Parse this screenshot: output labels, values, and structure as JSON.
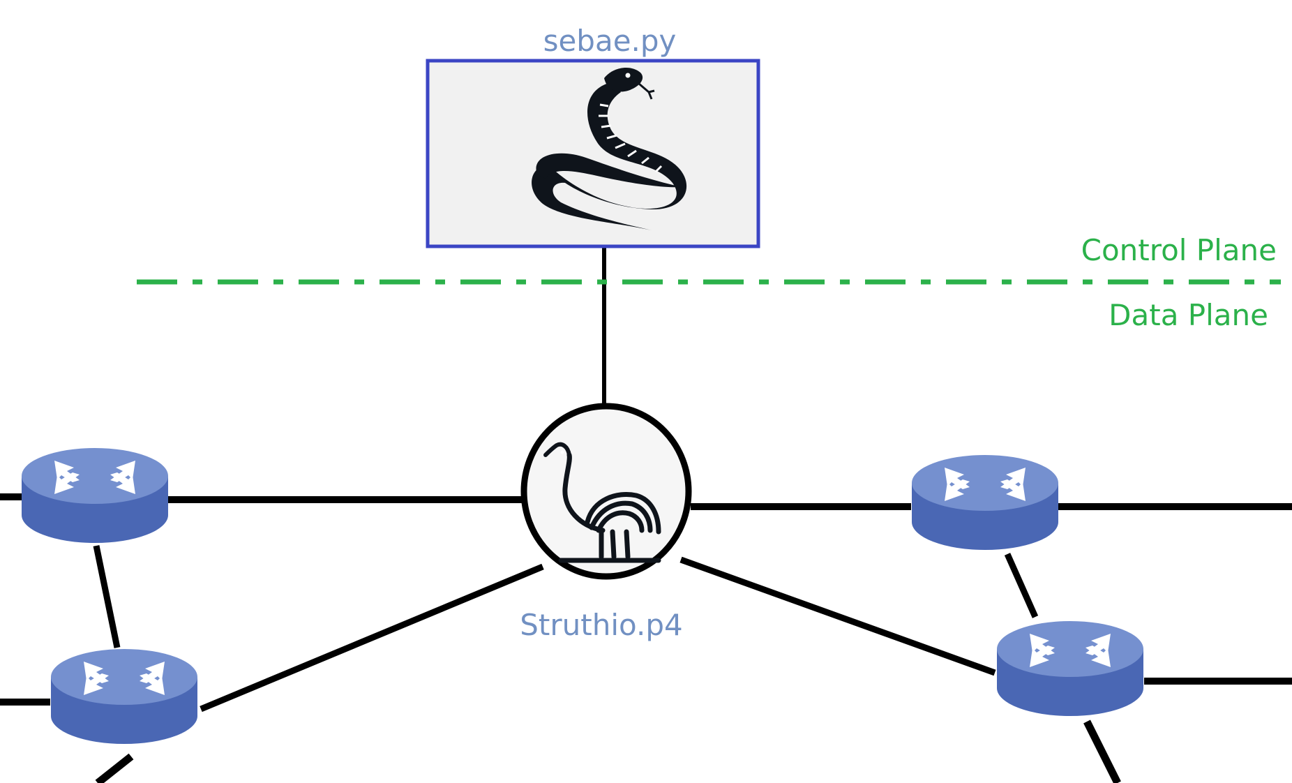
{
  "controller": {
    "label": "sebae.py",
    "icon": "snake-icon"
  },
  "planes": {
    "control_label": "Control Plane",
    "data_label": "Data Plane"
  },
  "switch": {
    "label": "Struthio.p4",
    "icon": "ostrich-icon"
  },
  "routers": [
    {
      "name": "router-top-left",
      "icon": "router-icon"
    },
    {
      "name": "router-bottom-left",
      "icon": "router-icon"
    },
    {
      "name": "router-top-right",
      "icon": "router-icon"
    },
    {
      "name": "router-bottom-right",
      "icon": "router-icon"
    }
  ],
  "colors": {
    "label_blue": "#7190c2",
    "plane_green": "#2bb14a",
    "controller_border": "#3b45c4",
    "controller_fill": "#f1f1f1",
    "router_top": "#7590cf",
    "router_side": "#4a67b4",
    "link": "#000000"
  }
}
